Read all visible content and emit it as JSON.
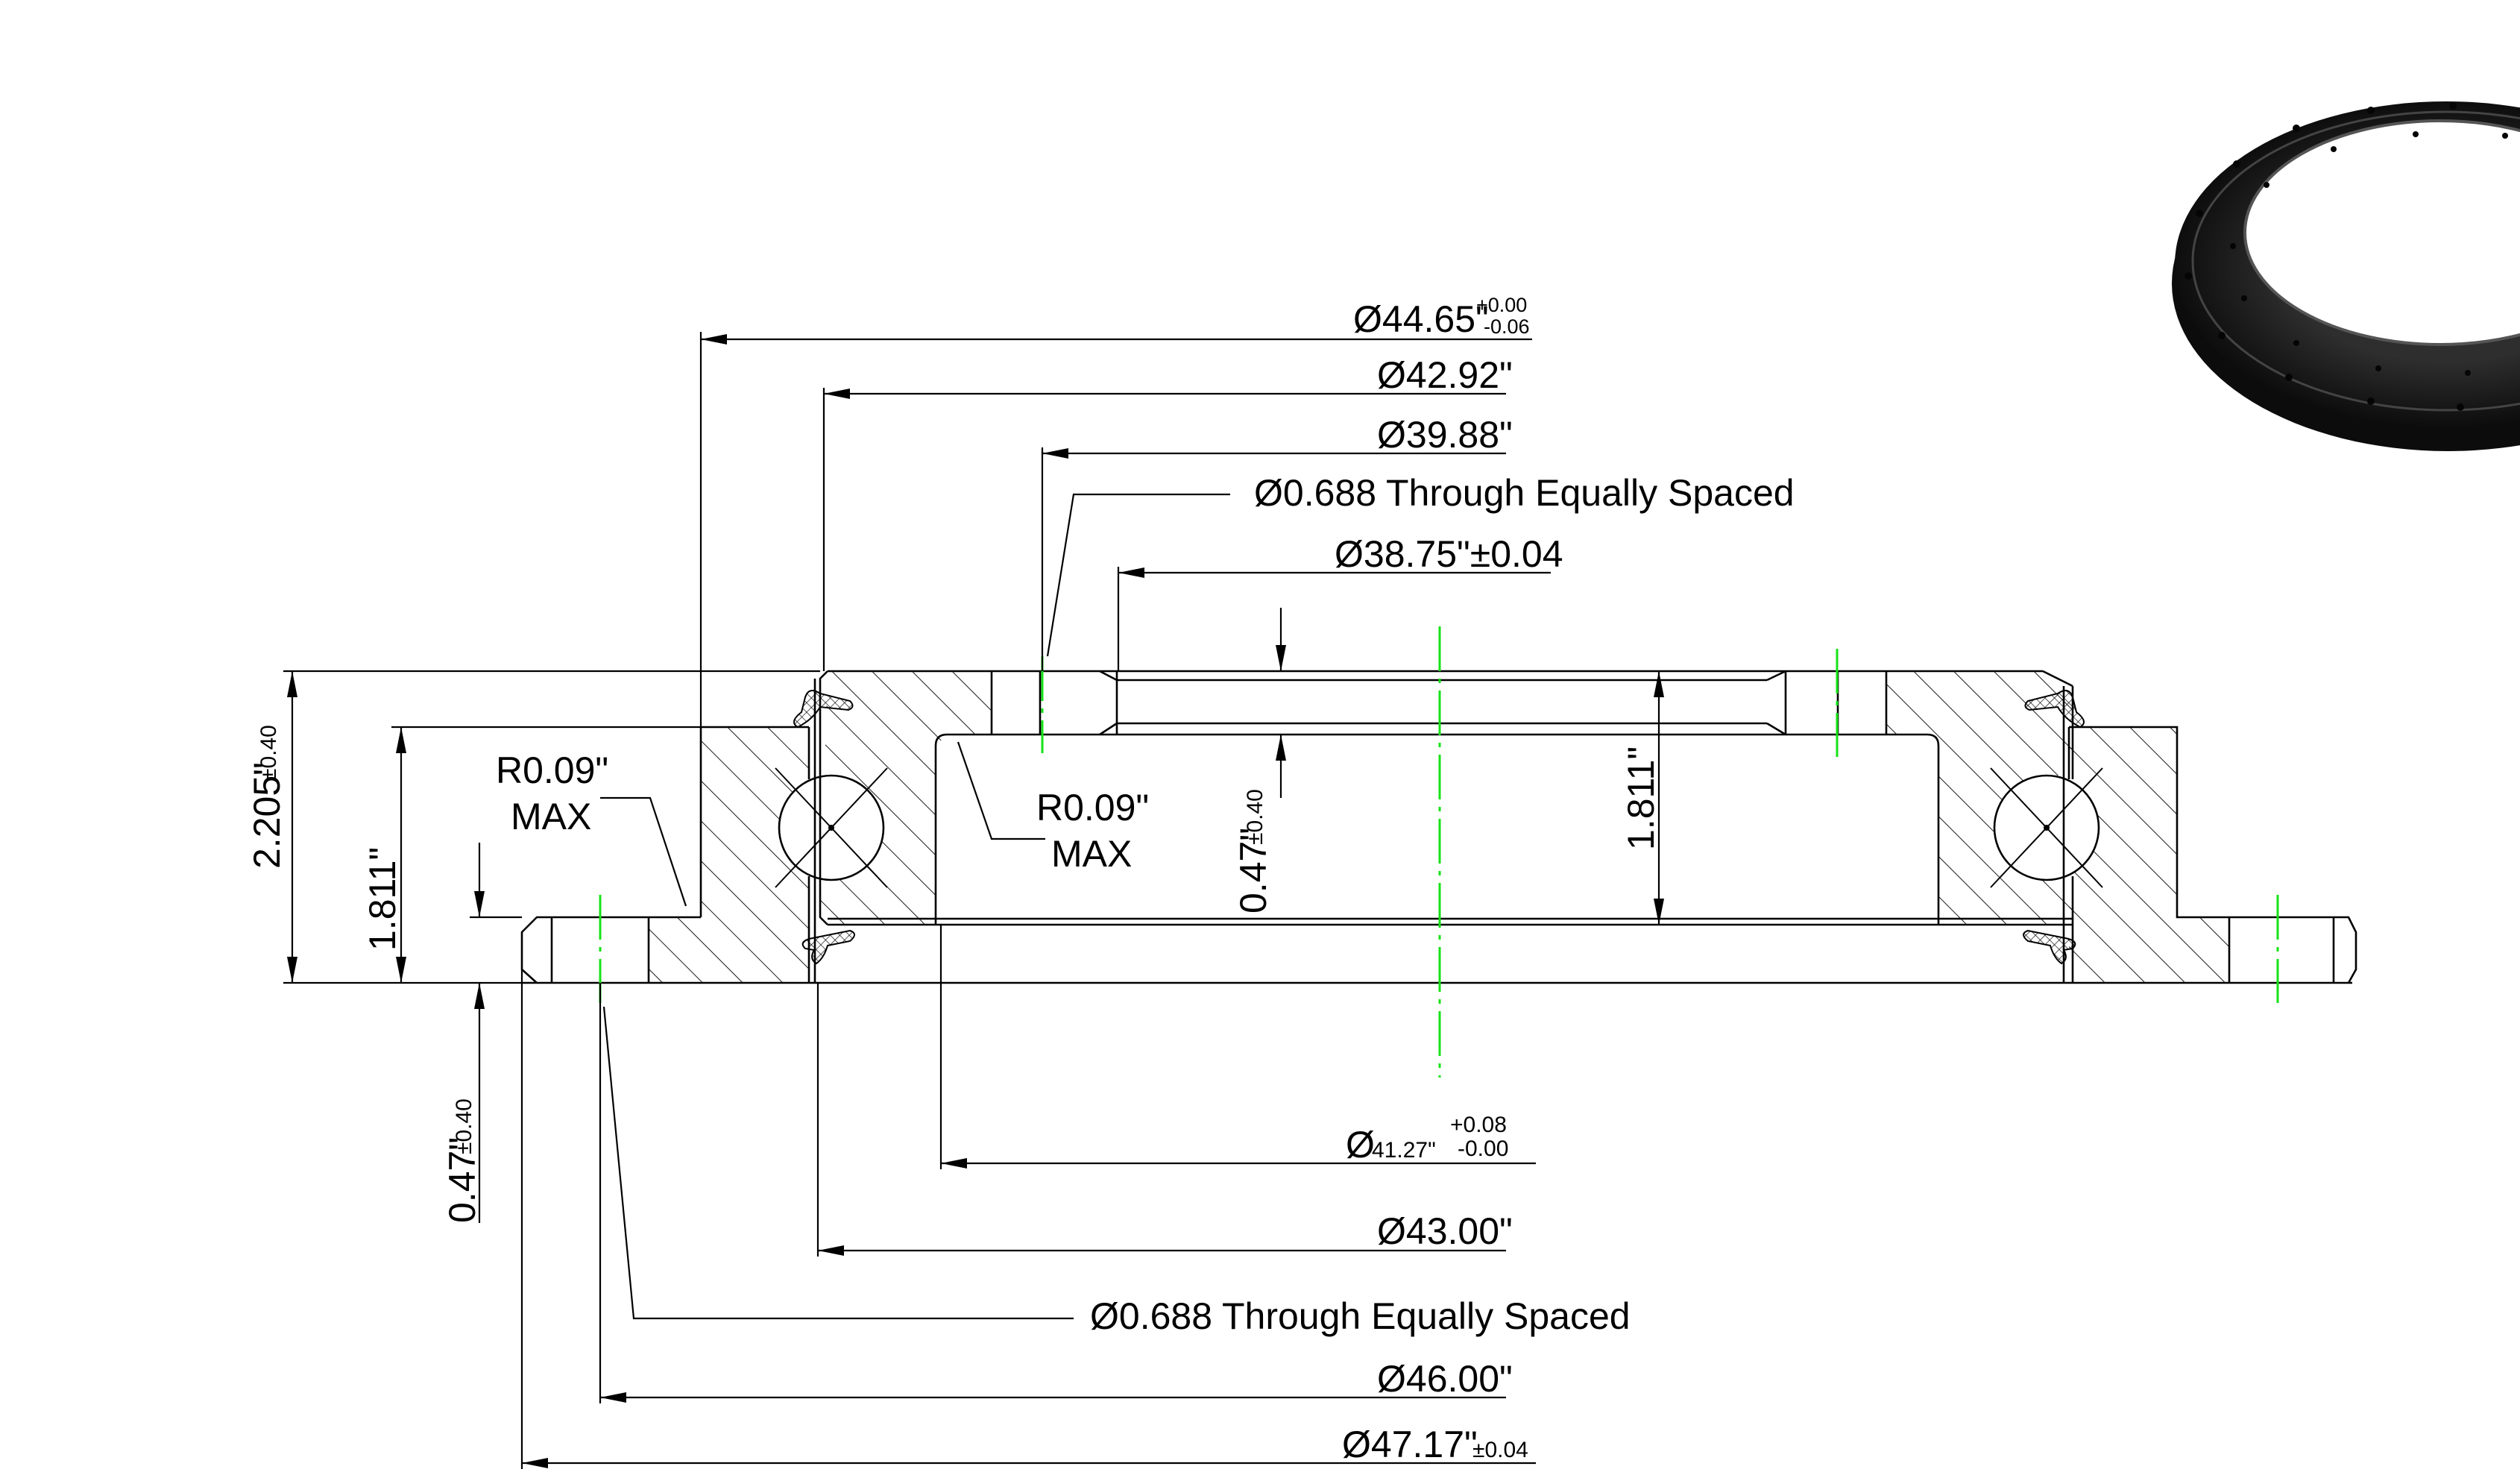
{
  "colors": {
    "line": "#000000",
    "centerline": "#16e316",
    "product_photo": "#1c1c1c",
    "background": "#ffffff"
  },
  "top_dimensions": {
    "d1": {
      "main": "Ø44.65\"",
      "tol_upper": "+0.00",
      "tol_lower": "-0.06"
    },
    "d2": "Ø42.92\"",
    "d3": "Ø39.88\"",
    "holes_top": "Ø0.688 Through Equally Spaced",
    "d4": "Ø38.75\"±0.04"
  },
  "bottom_dimensions": {
    "d5": {
      "prefix": "Ø",
      "main": "41.27\"",
      "tol_upper": "+0.08",
      "tol_lower": "-0.00"
    },
    "d6": "Ø43.00\"",
    "holes_bottom": "Ø0.688 Through Equally Spaced",
    "d7": "Ø46.00\"",
    "d8": {
      "main": "Ø47.17\"",
      "tol": "±0.04"
    }
  },
  "vertical_dimensions": {
    "total_height": {
      "main": "2.205\"",
      "tol": "±0.40"
    },
    "outer_ring_height": "1.811\"",
    "flange_thickness": {
      "main": "0.47\"",
      "tol": "±0.40"
    },
    "inner_ring_height": "1.811\"",
    "inner_step": {
      "main": "0.47\"",
      "tol": "±0.40"
    }
  },
  "notes": {
    "radius_outer": {
      "line1": "R0.09\"",
      "line2": "MAX"
    },
    "radius_inner": {
      "line1": "R0.09\"",
      "line2": "MAX"
    }
  },
  "product_image": {
    "icon": "slewing-ring-bearing-photo"
  }
}
